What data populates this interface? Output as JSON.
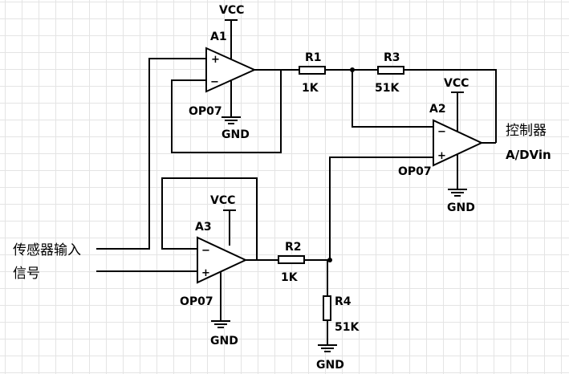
{
  "amps": {
    "a1": {
      "name": "A1",
      "type": "OP07",
      "supply": "VCC",
      "ground": "GND",
      "plus": "+",
      "minus": "−"
    },
    "a2": {
      "name": "A2",
      "type": "OP07",
      "supply": "VCC",
      "ground": "GND",
      "plus": "+",
      "minus": "−"
    },
    "a3": {
      "name": "A3",
      "type": "OP07",
      "supply": "VCC",
      "ground": "GND",
      "plus": "+",
      "minus": "−"
    }
  },
  "resistors": {
    "r1": {
      "name": "R1",
      "value": "1K"
    },
    "r2": {
      "name": "R2",
      "value": "1K"
    },
    "r3": {
      "name": "R3",
      "value": "51K"
    },
    "r4": {
      "name": "R4",
      "value": "51K"
    }
  },
  "ground_r4": "GND",
  "input": {
    "line1": "传感器输入",
    "line2": "信号"
  },
  "output": {
    "line1": "控制器",
    "line2": "A/DVin"
  }
}
